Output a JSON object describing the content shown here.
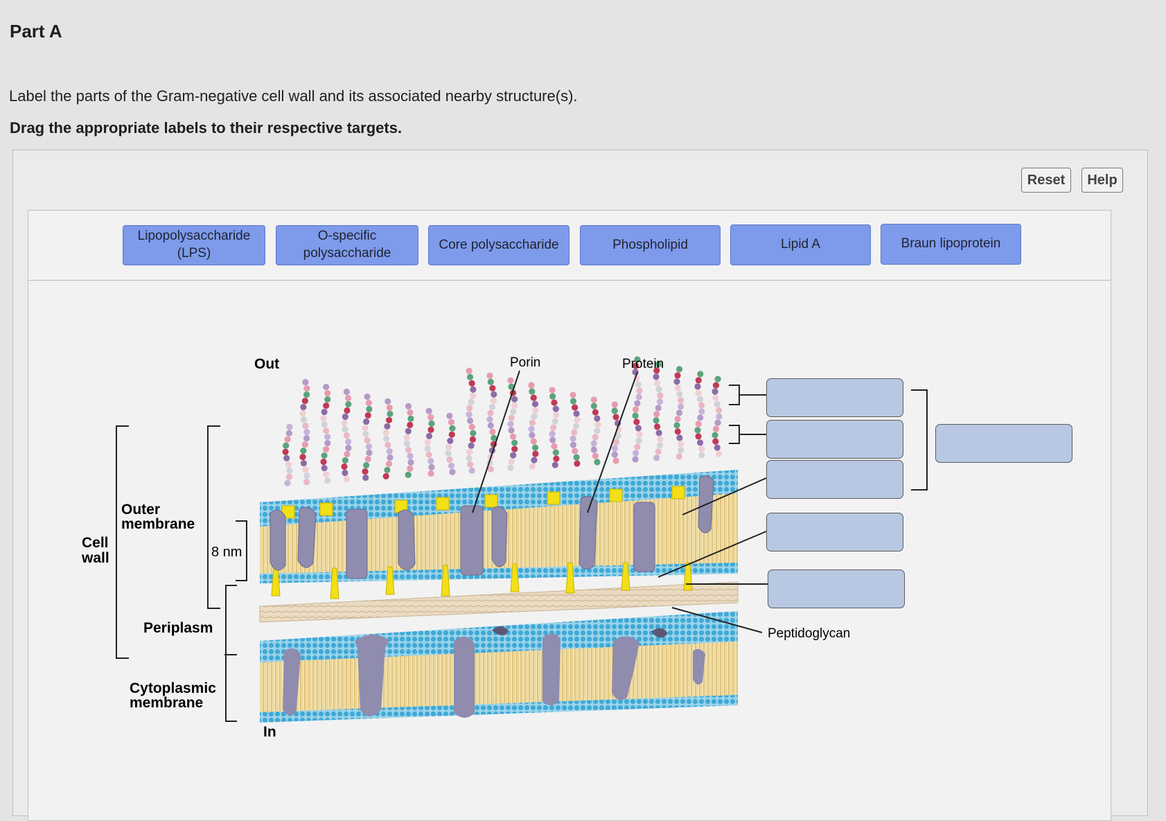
{
  "header": {
    "part_title": "Part A",
    "instruction": "Label the parts of the Gram-negative cell wall and its associated nearby structure(s).",
    "instruction_bold": "Drag the appropriate labels to their respective targets."
  },
  "toolbar": {
    "reset_label": "Reset",
    "help_label": "Help"
  },
  "label_tiles": [
    {
      "line1": "Lipopolysaccharide",
      "line2": "(LPS)"
    },
    {
      "line1": "O-specific",
      "line2": "polysaccharide"
    },
    {
      "line1": "Core polysaccharide",
      "line2": ""
    },
    {
      "line1": "Phospholipid",
      "line2": ""
    },
    {
      "line1": "Lipid A",
      "line2": ""
    },
    {
      "line1": "Braun lipoprotein",
      "line2": ""
    }
  ],
  "diagram": {
    "out_label": "Out",
    "in_label": "In",
    "porin_label": "Porin",
    "protein_label": "Protein",
    "peptidoglycan_label": "Peptidoglycan",
    "cell_wall_line1": "Cell",
    "cell_wall_line2": "wall",
    "outer_membrane_line1": "Outer",
    "outer_membrane_line2": "membrane",
    "thickness_label": "8 nm",
    "periplasm_label": "Periplasm",
    "cytoplasmic_line1": "Cytoplasmic",
    "cytoplasmic_line2": "membrane"
  },
  "colors": {
    "tile": "#7d9bea",
    "target": "#b8c8e2",
    "head_blue": "#4fb6dc",
    "tail_tan": "#e9d59a",
    "protein_gray": "#8a8aa6",
    "lipoprotein_yellow": "#f2df16"
  }
}
